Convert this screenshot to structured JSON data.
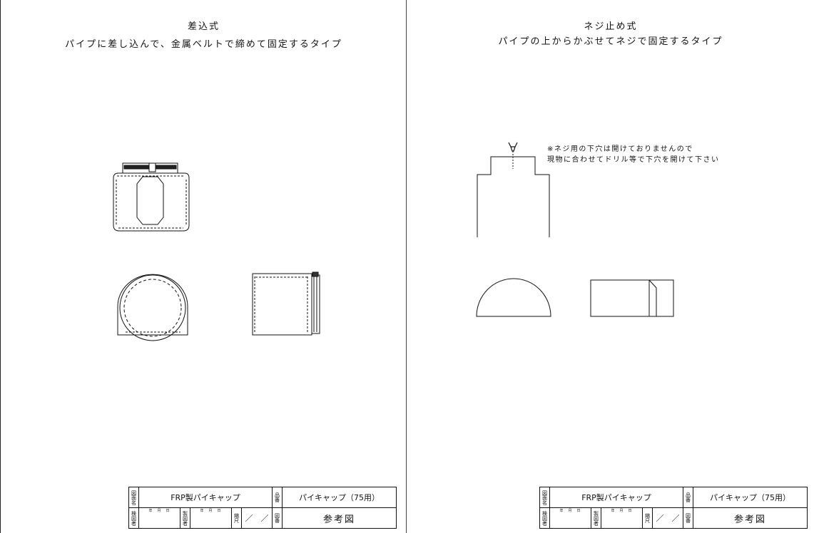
{
  "left": {
    "title": "差込式",
    "subtitle": "パイプに差し込んで、金属ベルトで締めて固定するタイプ"
  },
  "right": {
    "title": "ネジ止め式",
    "subtitle": "パイプの上からかぶせてネジで固定するタイプ",
    "note_line1": "※ネジ用の下穴は開けておりませんので",
    "note_line2": "現物に合わせてドリル等で下穴を開けて下さい"
  },
  "title_block": {
    "drawing_name_label": "図面名",
    "drawing_name": "FRP製パイキャップ",
    "part_no_label": "品番",
    "part_no": "パイキャップ（75用）",
    "checker_label": "検図者",
    "drafter_label": "製図者",
    "scale_label": "縮尺",
    "scale_value": "／　／",
    "drawing_no_label": "図番",
    "drawing_no": "参考図",
    "date_marks": "年　月　日"
  }
}
